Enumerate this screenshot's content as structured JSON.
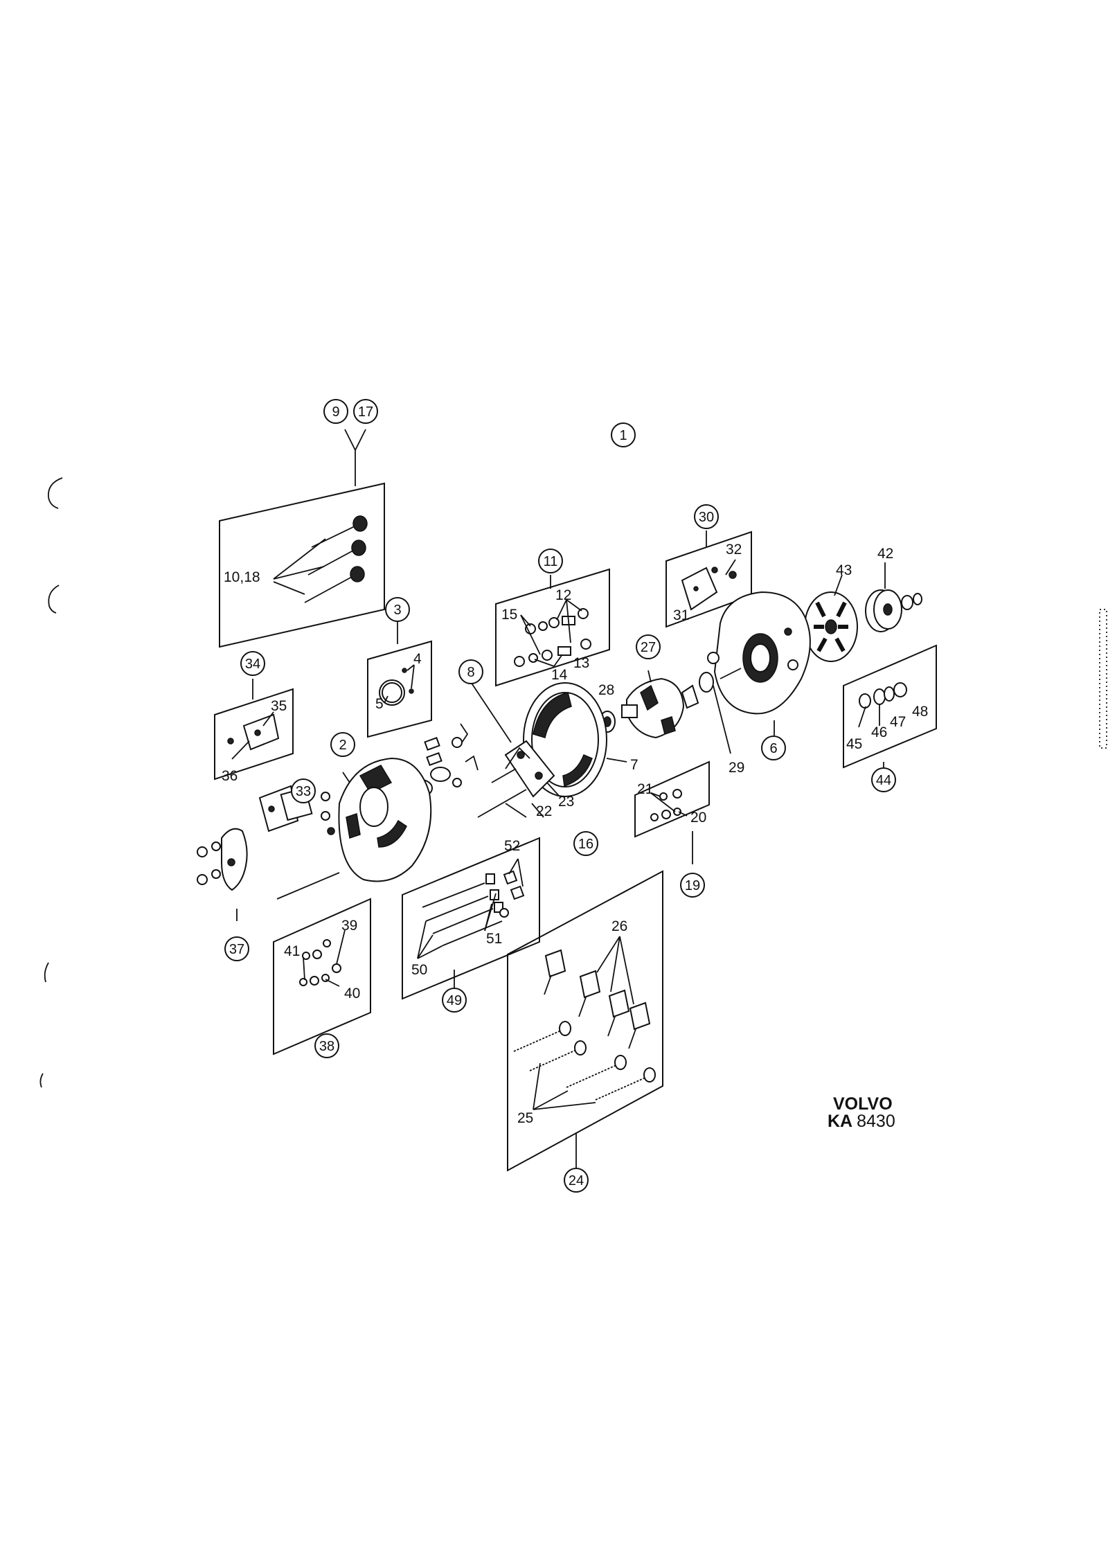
{
  "callouts": [
    "9",
    "17",
    "1",
    "30",
    "11",
    "3",
    "8",
    "27",
    "34",
    "2",
    "33",
    "16",
    "6",
    "44",
    "19",
    "37",
    "38",
    "49",
    "24"
  ],
  "labels": [
    "10,18",
    "32",
    "31",
    "42",
    "43",
    "12",
    "15",
    "13",
    "14",
    "4",
    "5",
    "28",
    "35",
    "36",
    "7",
    "29",
    "45",
    "46",
    "47",
    "48",
    "23",
    "22",
    "21",
    "20",
    "52",
    "51",
    "50",
    "26",
    "39",
    "41",
    "40",
    "25"
  ],
  "footer": {
    "brand": "VOLVO",
    "code_prefix": "KA",
    "code_number": "8430"
  }
}
